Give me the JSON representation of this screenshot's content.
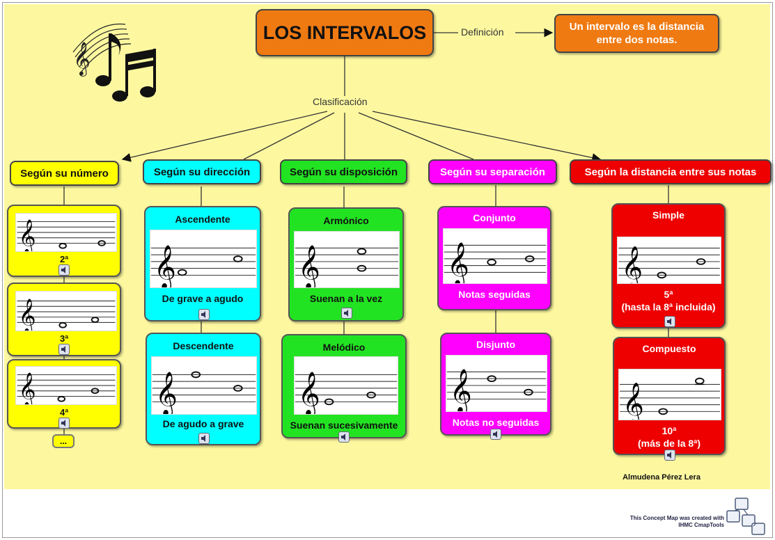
{
  "title": "LOS INTERVALOS",
  "definition_label": "Definición",
  "definition_text": "Un intervalo es la distancia entre dos notas.",
  "classification_label": "Clasificación",
  "categories": [
    "Según su número",
    "Según su dirección",
    "Según su disposición",
    "Según su separación",
    "Según la distancia entre sus notas"
  ],
  "numero_cards": [
    "2ª",
    "3ª",
    "4ª"
  ],
  "more_label": "...",
  "direccion_cards": [
    {
      "title": "Ascendente",
      "caption": "De grave a agudo"
    },
    {
      "title": "Descendente",
      "caption": "De agudo a grave"
    }
  ],
  "disposicion_cards": [
    {
      "title": "Armónico",
      "caption": "Suenan a la vez"
    },
    {
      "title": "Melódico",
      "caption": "Suenan sucesivamente"
    }
  ],
  "separacion_cards": [
    {
      "title": "Conjunto",
      "caption": "Notas seguidas"
    },
    {
      "title": "Disjunto",
      "caption": "Notas no seguidas"
    }
  ],
  "distancia_cards": [
    {
      "title": "Simple",
      "caption1": "5ª",
      "caption2": "(hasta la 8ª incluida)"
    },
    {
      "title": "Compuesto",
      "caption1": "10ª",
      "caption2": "(más de la 8ª)"
    }
  ],
  "author": "Almudena Pérez Lera",
  "credit_line1": "This Concept Map was created with",
  "credit_line2": "IHMC CmapTools",
  "colors": {
    "background": "#fdf8a0",
    "orange": "#f07a12",
    "yellow": "#ffff00",
    "cyan": "#00ffff",
    "green": "#22e322",
    "magenta": "#ff00ff",
    "red": "#ee0000"
  }
}
